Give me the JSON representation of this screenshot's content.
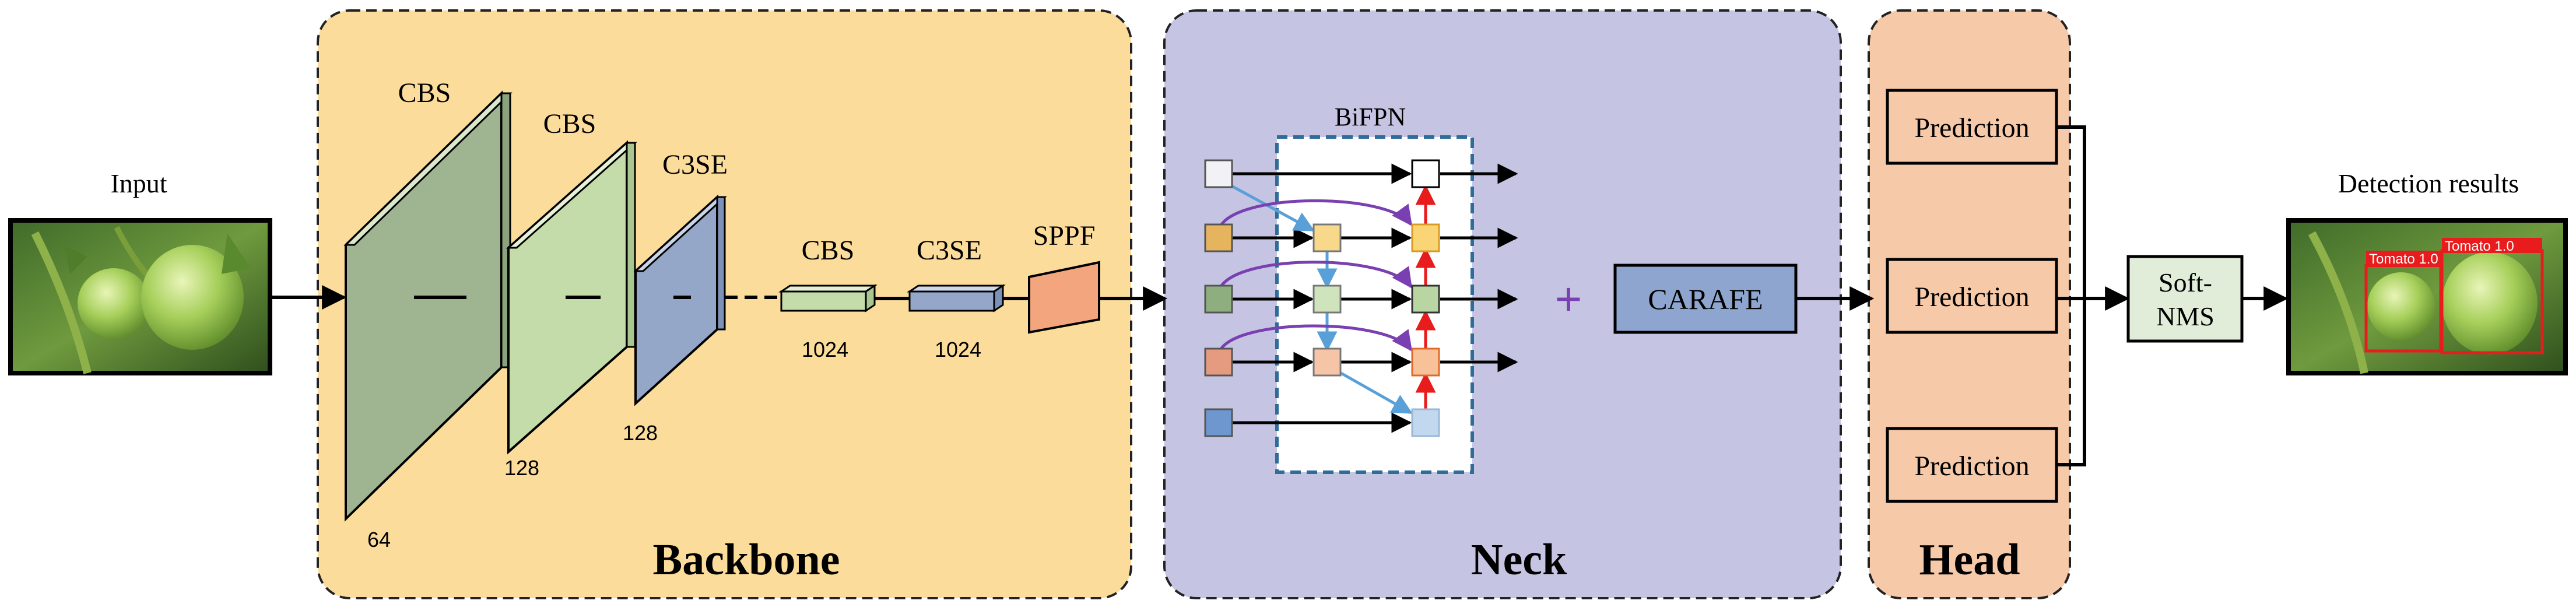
{
  "input": {
    "label": "Input"
  },
  "backbone": {
    "title": "Backbone",
    "layers": [
      {
        "label": "CBS",
        "size": "64"
      },
      {
        "label": "CBS",
        "size": "128"
      },
      {
        "label": "C3SE",
        "size": "128"
      },
      {
        "label": "CBS",
        "size": "1024"
      },
      {
        "label": "C3SE",
        "size": "1024"
      },
      {
        "label": "SPPF",
        "size": ""
      }
    ]
  },
  "neck": {
    "title": "Neck",
    "bifpn_label": "BiFPN",
    "plus": "+",
    "carafe_label": "CARAFE"
  },
  "head": {
    "title": "Head",
    "predictions": [
      "Prediction",
      "Prediction",
      "Prediction"
    ]
  },
  "softnms": {
    "line1": "Soft-",
    "line2": "NMS"
  },
  "output": {
    "label": "Detection results",
    "boxes": [
      "Tomato 1.0",
      "Tomato 1.0"
    ]
  },
  "colors": {
    "backbone_bg": "#fbdc9b",
    "neck_bg": "#c5c5e3",
    "head_bg": "#f6c9a9",
    "cbs_green": "#9fb491",
    "cbs_light_green": "#c3dca9",
    "c3se_blue": "#94a7c9",
    "sppf_orange": "#f3a57d",
    "carafe_blue": "#8ea6cf",
    "softnms_bg": "#e1ecd9",
    "bifpn_border": "#2f6d99",
    "purple": "#7a3fb0",
    "light_blue_arrow": "#5aa0d8",
    "red_arrow": "#e81c1c"
  }
}
